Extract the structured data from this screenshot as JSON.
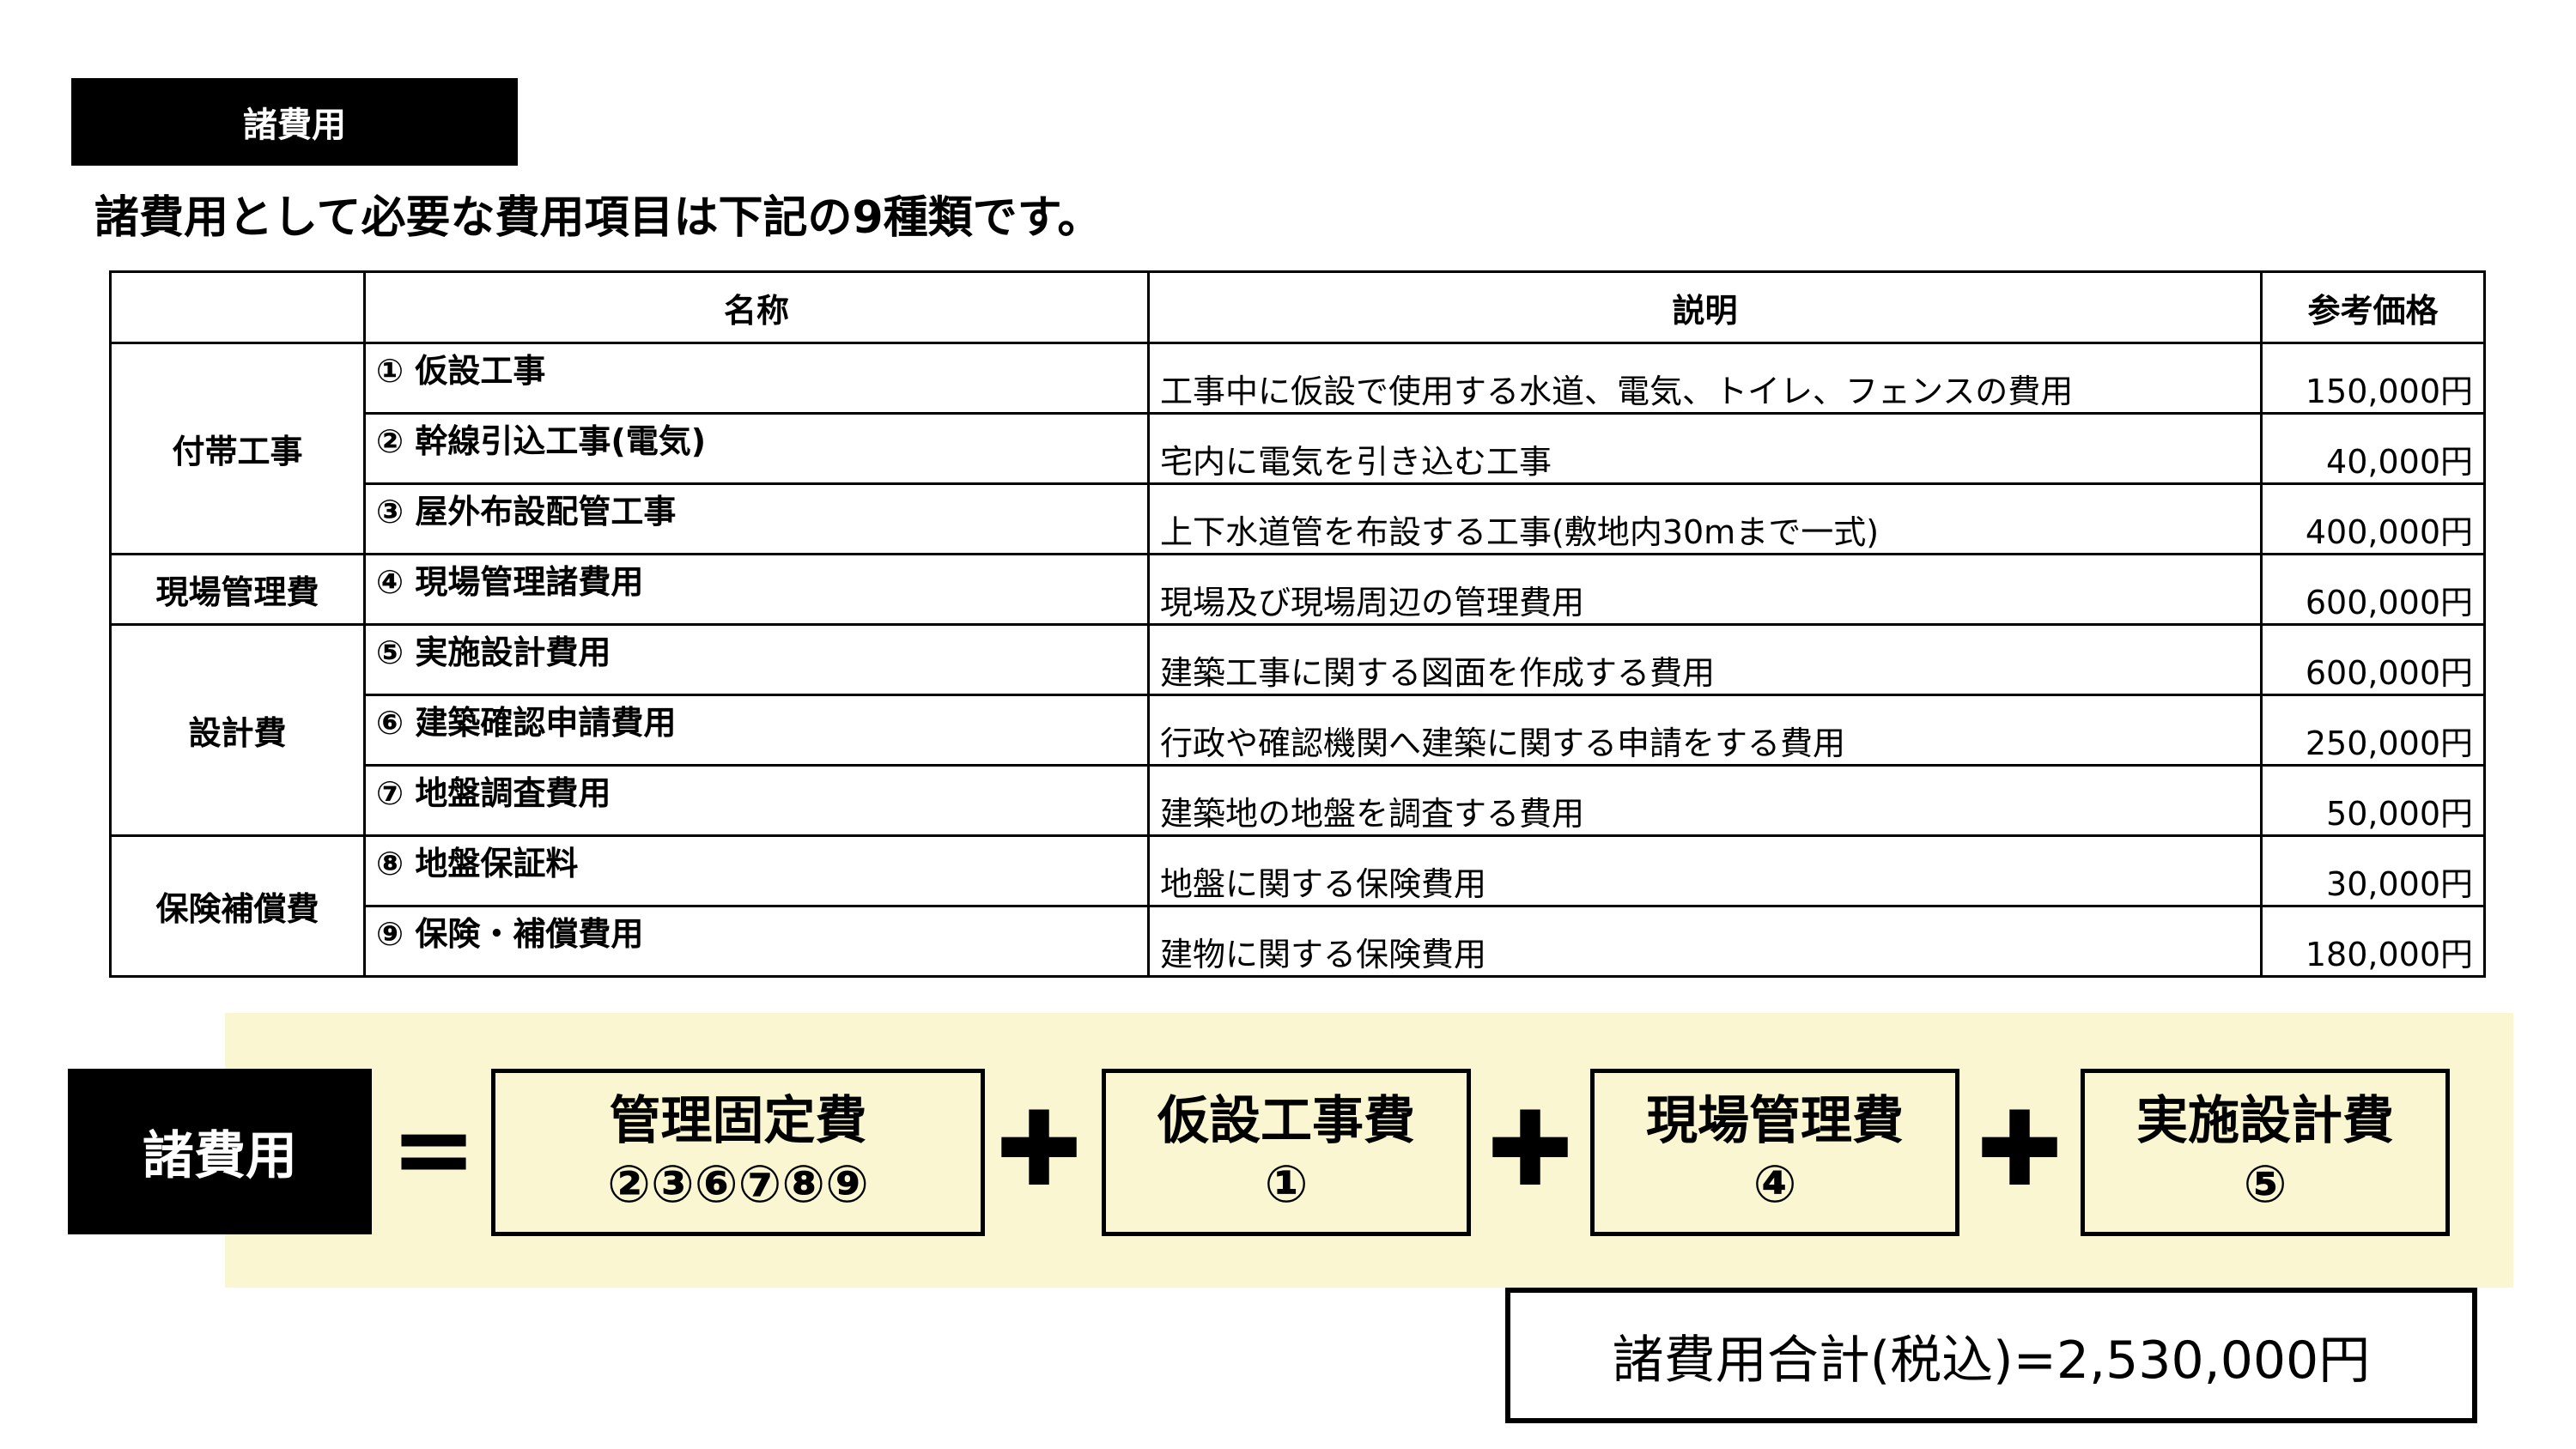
{
  "tag_label": "諸費用",
  "heading": "諸費用として必要な費用項目は下記の9種類です。",
  "table": {
    "headers": [
      "",
      "名称",
      "説明",
      "参考価格"
    ],
    "categories": [
      "付帯工事",
      "現場管理費",
      "設計費",
      "保険補償費"
    ],
    "rows": [
      {
        "name": "① 仮設工事",
        "description": "工事中に仮設で使用する水道、電気、トイレ、フェンスの費用",
        "price": "150,000円"
      },
      {
        "name": "② 幹線引込工事(電気)",
        "description": "宅内に電気を引き込む工事",
        "price": "40,000円"
      },
      {
        "name": "③ 屋外布設配管工事",
        "description": "上下水道管を布設する工事(敷地内30mまで一式)",
        "price": "400,000円"
      },
      {
        "name": "④ 現場管理諸費用",
        "description": "現場及び現場周辺の管理費用",
        "price": "600,000円"
      },
      {
        "name": "⑤ 実施設計費用",
        "description": "建築工事に関する図面を作成する費用",
        "price": "600,000円"
      },
      {
        "name": "⑥ 建築確認申請費用",
        "description": "行政や確認機関へ建築に関する申請をする費用",
        "price": "250,000円"
      },
      {
        "name": "⑦ 地盤調査費用",
        "description": "建築地の地盤を調査する費用",
        "price": "50,000円"
      },
      {
        "name": "⑧ 地盤保証料",
        "description": "地盤に関する保険費用",
        "price": "30,000円"
      },
      {
        "name": "⑨ 保険・補償費用",
        "description": "建物に関する保険費用",
        "price": "180,000円"
      }
    ]
  },
  "formula": {
    "lhs": "諸費用",
    "equals": "=",
    "plus": "✚",
    "terms": [
      {
        "label": "管理固定費",
        "items": "②③⑥⑦⑧⑨"
      },
      {
        "label": "仮設工事費",
        "items": "①"
      },
      {
        "label": "現場管理費",
        "items": "④"
      },
      {
        "label": "実施設計費",
        "items": "⑤"
      }
    ]
  },
  "total": "諸費用合計(税込)=2,530,000円"
}
